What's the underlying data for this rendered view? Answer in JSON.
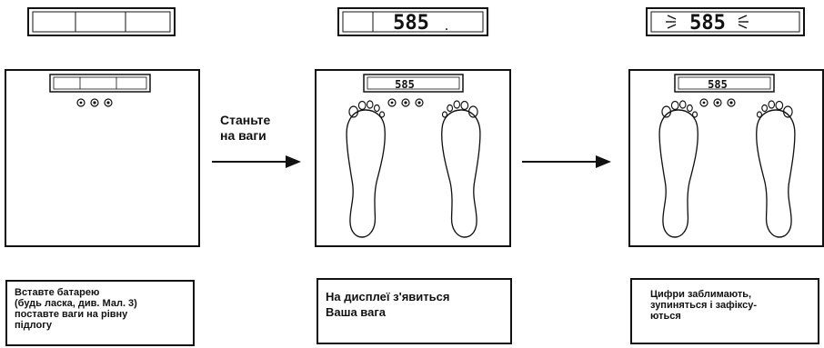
{
  "display_reading": "585",
  "step_label": "Станьте\nна ваги",
  "captions": [
    "Вставте батарею\n(будь ласка, див. Мал. 3)\nпоставте ваги на рівну\nпідлогу",
    "На дисплеї з'явиться\nВаша вага",
    "Цифри заблимають,\nзупиняться і зафіксу-\nються"
  ]
}
